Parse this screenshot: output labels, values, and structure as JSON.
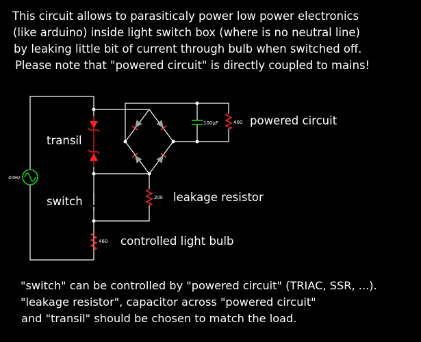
{
  "intro": {
    "lines": [
      "This circuit allows to parasiticaly power low power electronics",
      "(like arduino) inside light switch box (where is no neutral line)",
      "by leaking little bit of current through bulb when switched off.",
      "Please note that \"powered circuit\" is directly coupled to mains!"
    ]
  },
  "diagram": {
    "source_label": "40Hz",
    "transil_label": "transil",
    "switch_label": "switch",
    "bulb_label": "controlled light bulb",
    "bulb_value": "460",
    "leakage_label": "leakage resistor",
    "leakage_value": "20k",
    "capacitor_value": "100µF",
    "load_value": "400",
    "powered_label": "powered circuit"
  },
  "footer": {
    "lines": [
      "\"switch\" can be controlled by \"powered circuit\" (TRIAC, SSR, ...).",
      "\"leakage resistor\", capacitor across \"powered circuit\"",
      "and \"transil\" should be chosen to match the load."
    ]
  },
  "colors": {
    "background": "#000000",
    "wire": "#ffffff",
    "source": "#22cc22",
    "resistor": "#ff3030",
    "diode": "#a0a0a0",
    "transil": "#ff2020",
    "capacitor": "#22cc22"
  }
}
